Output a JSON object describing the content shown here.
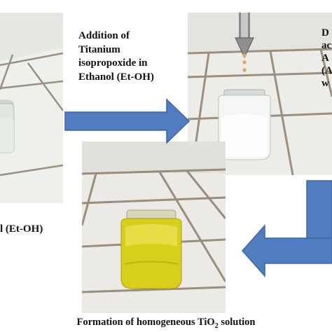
{
  "step_addition": {
    "lines": [
      "Addition of",
      "Titanium",
      "isopropoxide in",
      "Ethanol (Et-OH)"
    ]
  },
  "left_label": "l (Et-OH)",
  "right_label": {
    "lines": [
      "D",
      "ac",
      "A",
      "(A",
      "w"
    ]
  },
  "caption": {
    "text": "Formation of homogeneous TiO",
    "subscript": "2",
    "suffix": " solution"
  },
  "colors": {
    "arrow_blue": "#4f7dc0",
    "arrow_stroke": "#3b66a8",
    "yellow_liquid": "#d8cf1c",
    "milky_white": "#f4f7f4",
    "droplet": "#e0a45a"
  }
}
